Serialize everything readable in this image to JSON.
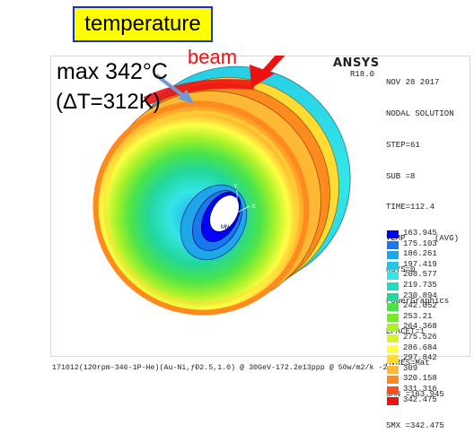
{
  "title_box": {
    "label": "temperature",
    "bg_color": "#ffff00",
    "border_color": "#1a2fc8"
  },
  "annotations": {
    "beam": "beam",
    "max_temp": "max 342°C",
    "delta_t": "(ΔT=312K)",
    "beam_color": "#ee1111",
    "pointer_color": "#6f9bd4"
  },
  "ansys": {
    "logo": "ANSYS",
    "release": "R18.0",
    "info_lines": [
      "NOV 28 2017",
      "NODAL SOLUTION",
      "STEP=61",
      "SUB =8",
      "TIME=112.4",
      "TEMP      (AVG)",
      "RSYS=0",
      "PowerGraphics",
      "EFACET=1",
      "AVRES=Mat",
      "SMN =163.945",
      "SMX =342.475"
    ]
  },
  "legend": {
    "values": [
      "163.945",
      "175.103",
      "186.261",
      "197.419",
      "208.577",
      "219.735",
      "230.894",
      "242.052",
      "253.21",
      "264.368",
      "275.526",
      "286.684",
      "297.842",
      "309",
      "320.158",
      "331.316",
      "342.475"
    ],
    "colors": [
      "#0000ff",
      "#1778f0",
      "#1ea6e8",
      "#22c7e6",
      "#33e6e6",
      "#22dcc1",
      "#22d79a",
      "#4ae44a",
      "#79ea2a",
      "#aaf22a",
      "#d5f72a",
      "#ffff44",
      "#ffdc33",
      "#ffb833",
      "#ff8a1e",
      "#f5501e",
      "#ee1111"
    ]
  },
  "axes": {
    "y": "Y",
    "x": "X",
    "z": "MN"
  },
  "footer": "171012(120rpm-346-1P-He)(Au-Ni,ƒÐ2.5,1.0) @ 30GeV-172.2e13ppp @ 50w/m2/k -2"
}
